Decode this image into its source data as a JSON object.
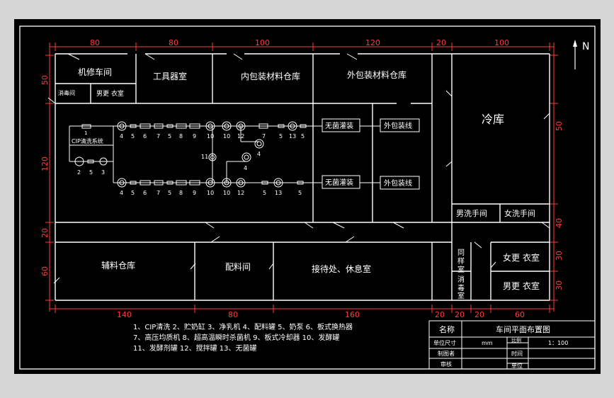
{
  "north": "N",
  "top_dims": [
    "80",
    "80",
    "100",
    "120",
    "20",
    "100"
  ],
  "bottom_dims": [
    "140",
    "80",
    "160",
    "20",
    "20",
    "20",
    "60"
  ],
  "left_dims": [
    "50",
    "120",
    "20",
    "60"
  ],
  "right_dims": [
    "50",
    "40",
    "30",
    "30"
  ],
  "rooms": {
    "maintenance": "机修车间",
    "disinfection": "消毒间",
    "male_dressing_small": "男更 衣室",
    "tools": "工具器室",
    "inner_pack": "内包装材料仓库",
    "outer_pack": "外包装材料仓库",
    "cold_store": "冷库",
    "male_wash": "男洗手间",
    "female_wash": "女洗手间",
    "aux_store": "辅料仓库",
    "batching": "配料间",
    "reception": "接待处、休息室",
    "corridor_1": "同",
    "corridor_2": "样",
    "corridor_3": "室",
    "disinfect_v1": "消",
    "disinfect_v2": "毒",
    "disinfect_v3": "室",
    "female_dressing": "女更 衣室",
    "male_dressing": "男更 衣室"
  },
  "equipment_boxes": {
    "sterile_fill_1": "无菌灌装",
    "sterile_fill_2": "无菌灌装",
    "outer_pack_1": "外包装线",
    "outer_pack_2": "外包装线",
    "cip_label": "CIP清洗系统"
  },
  "row1_numbers": [
    "4",
    "5",
    "6",
    "7",
    "5",
    "8",
    "9",
    "10",
    "10",
    "12",
    "7",
    "5",
    "13",
    "5"
  ],
  "row2_numbers": [
    "4",
    "5",
    "6",
    "7",
    "5",
    "8",
    "9",
    "10",
    "10",
    "12",
    "5",
    "13",
    "5"
  ],
  "cip_numbers": [
    "1",
    "2",
    "5",
    "3"
  ],
  "misc_numbers": [
    "11",
    "4",
    "4"
  ],
  "legend": [
    "1、CIP清洗 2、贮奶缸 3、净乳机 4、配料罐 5、奶泵 6、板式换热器",
    "7、高压均质机 8、超高温瞬时杀菌机 9、板式冷却器 10、发酵罐",
    "11、发酵剂罐 12、搅拌罐 13、无菌罐"
  ],
  "title_block": {
    "name_label": "名称",
    "name_value": "车间平面布置图",
    "unit_size_label": "单位尺寸",
    "unit_size_value": "mm",
    "ratio_label": "比例",
    "ratio_value": "1：100",
    "drawer_label": "制图者",
    "time_label": "时间",
    "reviewer_label": "审核",
    "unit_label": "单位"
  }
}
